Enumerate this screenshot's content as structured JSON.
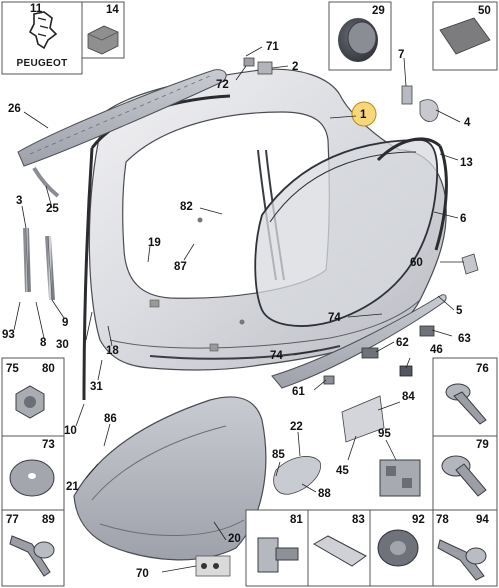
{
  "brand": {
    "name": "PEUGEOT"
  },
  "boxes": {
    "b11": "11",
    "b14": "14",
    "b29": "29",
    "b50": "50",
    "b75": "75",
    "b80": "80",
    "b73": "73",
    "b77": "77",
    "b89": "89",
    "b76": "76",
    "b79": "79",
    "b78": "78",
    "b94": "94",
    "b81": "81",
    "b83": "83",
    "b92": "92"
  },
  "callouts": {
    "c71": "71",
    "c2": "2",
    "c72": "72",
    "c26": "26",
    "c1": "1",
    "c7": "7",
    "c4": "4",
    "c13": "13",
    "c25": "25",
    "c3": "3",
    "c82": "82",
    "c19": "19",
    "c87": "87",
    "c6": "6",
    "c60": "60",
    "c9": "9",
    "c93": "93",
    "c8": "8",
    "c30": "30",
    "c18": "18",
    "c5": "5",
    "c74a": "74",
    "c63": "63",
    "c62": "62",
    "c46": "46",
    "c74b": "74",
    "c61": "61",
    "c31": "31",
    "c10": "10",
    "c86": "86",
    "c84": "84",
    "c22": "22",
    "c45": "45",
    "c95": "95",
    "c85": "85",
    "c88": "88",
    "c21": "21",
    "c20": "20",
    "c70": "70"
  },
  "highlight_color": "#f6d77a"
}
